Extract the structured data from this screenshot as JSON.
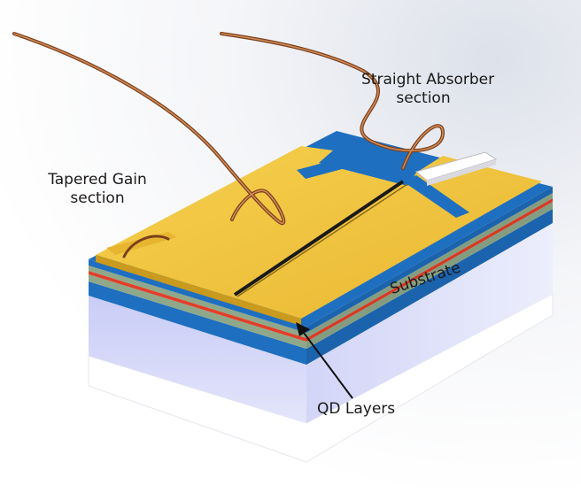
{
  "labels": {
    "straight_absorber": [
      "Straight Absorber",
      "section"
    ],
    "tapered_gain": [
      "Tapered Gain",
      "section"
    ],
    "substrate": "Substrate",
    "qd_layers": "QD Layers"
  },
  "colors": {
    "gold": "#f2c640",
    "gold_shadow": "#c99a1e",
    "blue_layer": "#1f6fc0",
    "qd_red": "#e0402a",
    "green_layer": "#8fa88a",
    "substrate": "#c9cdf4",
    "wire": "#b06a3a",
    "background_glow": "#eef0f6"
  }
}
